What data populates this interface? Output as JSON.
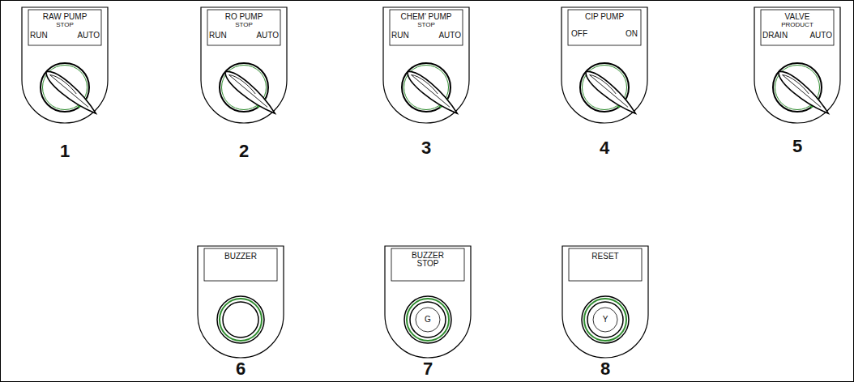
{
  "diagram": {
    "nodes": [
      {
        "text": [
          "RAW  PUMP",
          "STOP",
          "RUN",
          "AUTO"
        ]
      },
      {
        "text": [
          "RO PUMP",
          "STOP",
          "RUN",
          "AUTO"
        ]
      },
      {
        "text": [
          "CHEM' PUMP",
          "STOP",
          "RUN",
          "AUTO"
        ]
      },
      {
        "text": [
          "CIP PUMP",
          "OFF",
          "ON"
        ]
      },
      {
        "text": [
          "VALVE",
          "PRODUCT",
          "DRAIN",
          "AUTO"
        ]
      },
      {
        "text": [
          "BUZZER"
        ]
      },
      {
        "text": [
          "BUZZER STOP",
          "G"
        ]
      },
      {
        "text": [
          "RESET",
          "Y"
        ]
      }
    ],
    "labels": [
      "1",
      "2",
      "3",
      "4",
      "5",
      "6",
      "7",
      "8"
    ]
  }
}
